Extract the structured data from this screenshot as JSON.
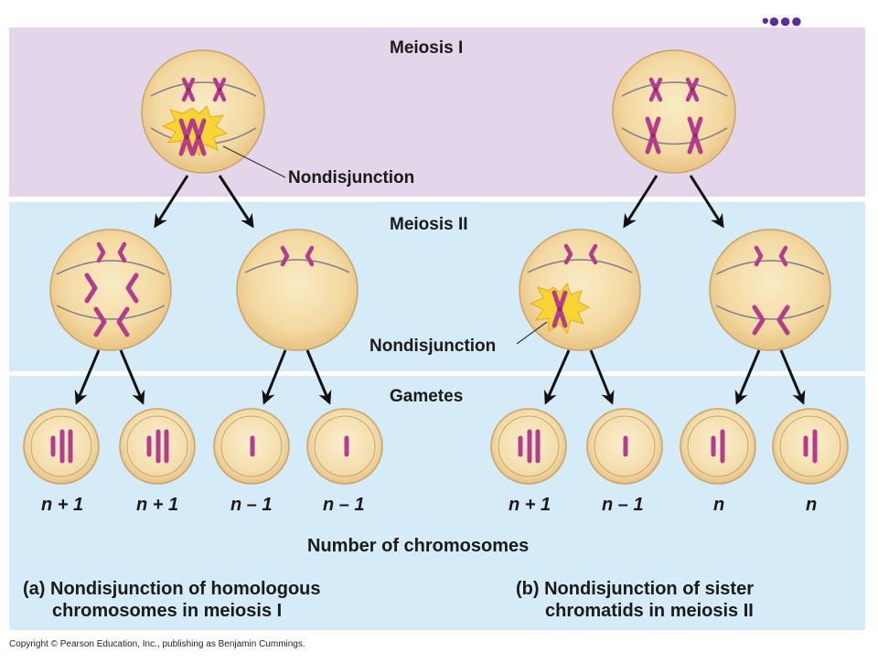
{
  "bands": {
    "meiosis1": "Meiosis I",
    "meiosis2": "Meiosis II",
    "gametes": "Gametes"
  },
  "nondisjunction_labels": [
    "Nondisjunction",
    "Nondisjunction"
  ],
  "gamete_counts": [
    "n + 1",
    "n + 1",
    "n – 1",
    "n – 1",
    "n + 1",
    "n – 1",
    "n",
    "n"
  ],
  "axis_title": "Number of chromosomes",
  "captions": {
    "a_line1": "(a) Nondisjunction of homologous",
    "a_line2": "chromosomes in meiosis I",
    "b_line1": "(b) Nondisjunction of sister",
    "b_line2": "chromatids in meiosis II"
  },
  "copyright": "Copyright © Pearson Education, Inc., publishing as Benjamin Cummings.",
  "colors": {
    "meiosis1_band": "#e3d6ea",
    "meiosis2_band": "#d5ebf7",
    "cell_fill": "#f5dca6",
    "chromosome": "#b43c8c",
    "burst": "#f7d534"
  }
}
